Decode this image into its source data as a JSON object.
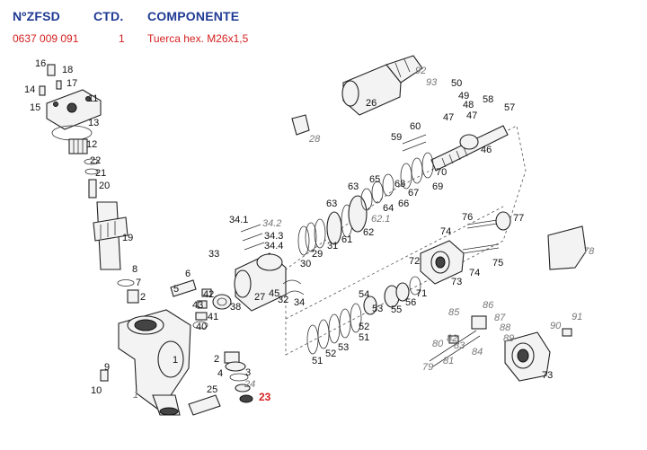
{
  "header": {
    "col_ref": "NºZFSD",
    "col_qty": "CTD.",
    "col_comp": "COMPONENTE"
  },
  "selected_row": {
    "ref": "0637 009 091",
    "qty": "1",
    "component": "Tuerca hex. M26x1,5"
  },
  "highlight_color": "#d42020",
  "header_color": "#1f3a93",
  "labels": {
    "l16": "16",
    "l18": "18",
    "l14": "14",
    "l17": "17",
    "l15": "15",
    "l11": "11",
    "l13": "13",
    "l12": "12",
    "l22": "22",
    "l21": "21",
    "l20": "20",
    "l19": "19",
    "l8": "8",
    "l7": "7",
    "l2a": "2",
    "l9": "9",
    "l10": "10",
    "l1": "1",
    "l1b": "1",
    "l26": "26",
    "l92": "92",
    "l93": "93",
    "l28": "28",
    "l50": "50",
    "l49": "49",
    "l48": "48",
    "l58": "58",
    "l47": "47",
    "l47b": "47",
    "l57": "57",
    "l46": "46",
    "l60": "60",
    "l59": "59",
    "l70": "70",
    "l69": "69",
    "l65": "65",
    "l63": "63",
    "l68": "68",
    "l67": "67",
    "l64": "64",
    "l66": "66",
    "l62_1": "62.1",
    "l63b": "63",
    "l61": "61",
    "l62": "62",
    "l31": "31",
    "l29": "29",
    "l30": "30",
    "l34_1": "34.1",
    "l34_2": "34.2",
    "l34_3": "34.3",
    "l34_4": "34.4",
    "l33": "33",
    "l6": "6",
    "l5": "5",
    "l42": "42",
    "l43": "43",
    "l41": "41",
    "l40": "40",
    "l38": "38",
    "l27": "27",
    "l45": "45",
    "l32": "32",
    "l34": "34",
    "l2b": "2",
    "l3": "3",
    "l4": "4",
    "l24": "24",
    "l23": "23",
    "l25": "25",
    "l76": "76",
    "l77": "77",
    "l74": "74",
    "l74b": "74",
    "l75": "75",
    "l72": "72",
    "l73": "73",
    "l78": "78",
    "l54": "54",
    "l71": "71",
    "l55": "55",
    "l56": "56",
    "l53": "53",
    "l52": "52",
    "l51": "51",
    "l51b": "51",
    "l52b": "52",
    "l53b": "53",
    "l85": "85",
    "l86": "86",
    "l87": "87",
    "l88": "88",
    "l89": "89",
    "l90": "90",
    "l91": "91",
    "l82": "82",
    "l83": "83",
    "l80": "80",
    "l79": "79",
    "l81": "81",
    "l84": "84",
    "l73b": "73"
  }
}
